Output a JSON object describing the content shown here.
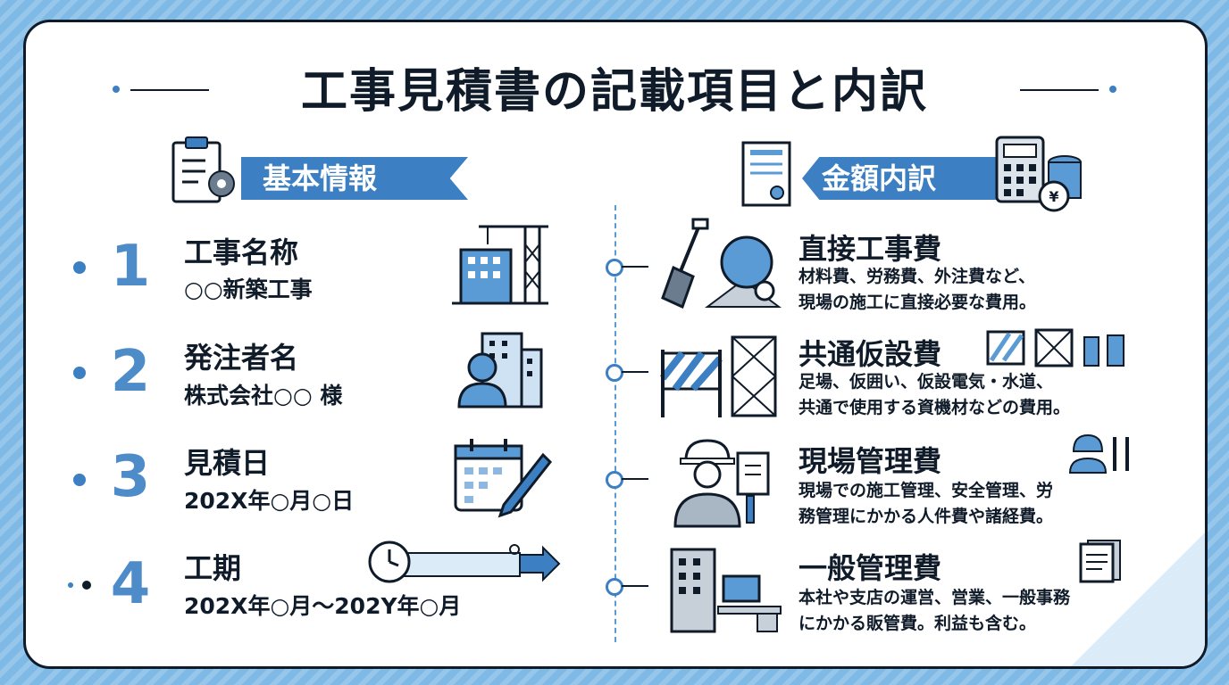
{
  "title": "工事見積書の記載項目と内訳",
  "sections": {
    "basic": {
      "label": "基本情報"
    },
    "amount": {
      "label": "金額内訳"
    }
  },
  "basic_items": [
    {
      "number": "1",
      "label": "工事名称",
      "value": "○○新築工事"
    },
    {
      "number": "2",
      "label": "発注者名",
      "value": "株式会社○○ 様"
    },
    {
      "number": "3",
      "label": "見積日",
      "value": "202X年○月○日"
    },
    {
      "number": "4",
      "label": "工期",
      "value": "202X年○月～202Y年○月"
    }
  ],
  "cost_items": [
    {
      "title": "直接工事費",
      "desc1": "材料費、労務費、外注費など、",
      "desc2": "現場の施工に直接必要な費用。"
    },
    {
      "title": "共通仮設費",
      "desc1": "足場、仮囲い、仮設電気・水道、",
      "desc2": "共通で使用する資機材などの費用。"
    },
    {
      "title": "現場管理費",
      "desc1": "現場での施工管理、安全管理、労",
      "desc2": "務管理にかかる人件費や諸経費。"
    },
    {
      "title": "一般管理費",
      "desc1": "本社や支店の運営、営業、一般事務",
      "desc2": "にかかる販管費。利益も含む。"
    }
  ],
  "icons": {
    "clipboard": "clipboard-gear-icon",
    "document": "document-certificate-icon",
    "calculator": "calculator-coins-icon",
    "crane": "crane-building-icon",
    "person": "person-building-icon",
    "calendar": "calendar-pen-icon",
    "clock": "clock-arrow-icon",
    "shovel": "shovel-mixer-icon",
    "barrier": "barrier-scaffold-icon",
    "worker": "worker-tools-icon",
    "office": "office-desk-icon",
    "papers": "papers-icon"
  },
  "colors": {
    "accent": "#3c7fc2",
    "light": "#dcebf8",
    "ink": "#101b2a"
  }
}
